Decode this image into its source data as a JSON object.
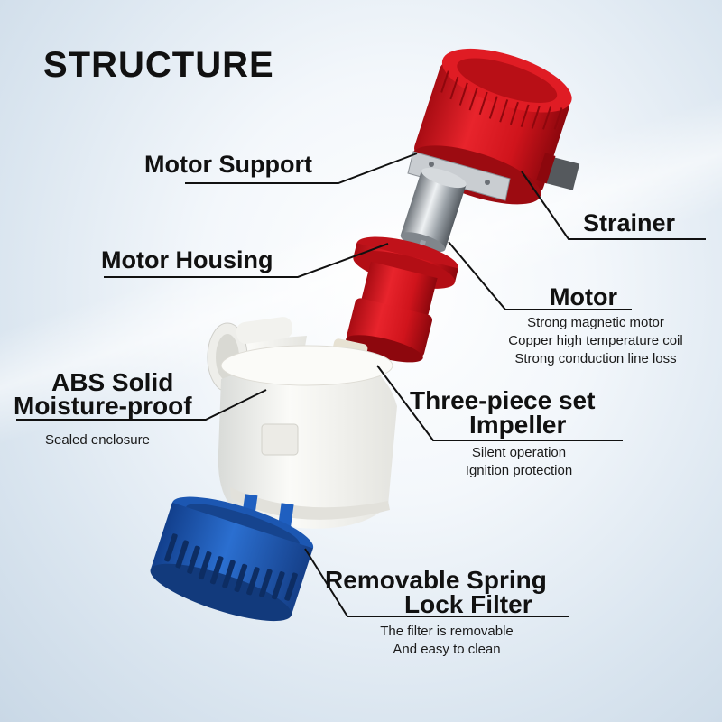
{
  "title": "STRUCTURE",
  "labels": {
    "motor_support": "Motor Support",
    "strainer": "Strainer",
    "motor_housing": "Motor Housing",
    "motor": "Motor",
    "motor_desc": [
      "Strong magnetic motor",
      "Copper high temperature coil",
      "Strong conduction line loss"
    ],
    "abs_line1": "ABS Solid",
    "abs_line2": "Moisture-proof",
    "abs_desc": "Sealed enclosure",
    "impeller_line1": "Three-piece set",
    "impeller_line2": "Impeller",
    "impeller_desc": [
      "Silent operation",
      "Ignition protection"
    ],
    "filter_line1": "Removable Spring",
    "filter_line2": "Lock Filter",
    "filter_desc": [
      "The filter is removable",
      "And easy to clean"
    ]
  },
  "colors": {
    "red": "#d8141e",
    "blue": "#1f5fc0",
    "white_body": "#f4f4f1"
  }
}
